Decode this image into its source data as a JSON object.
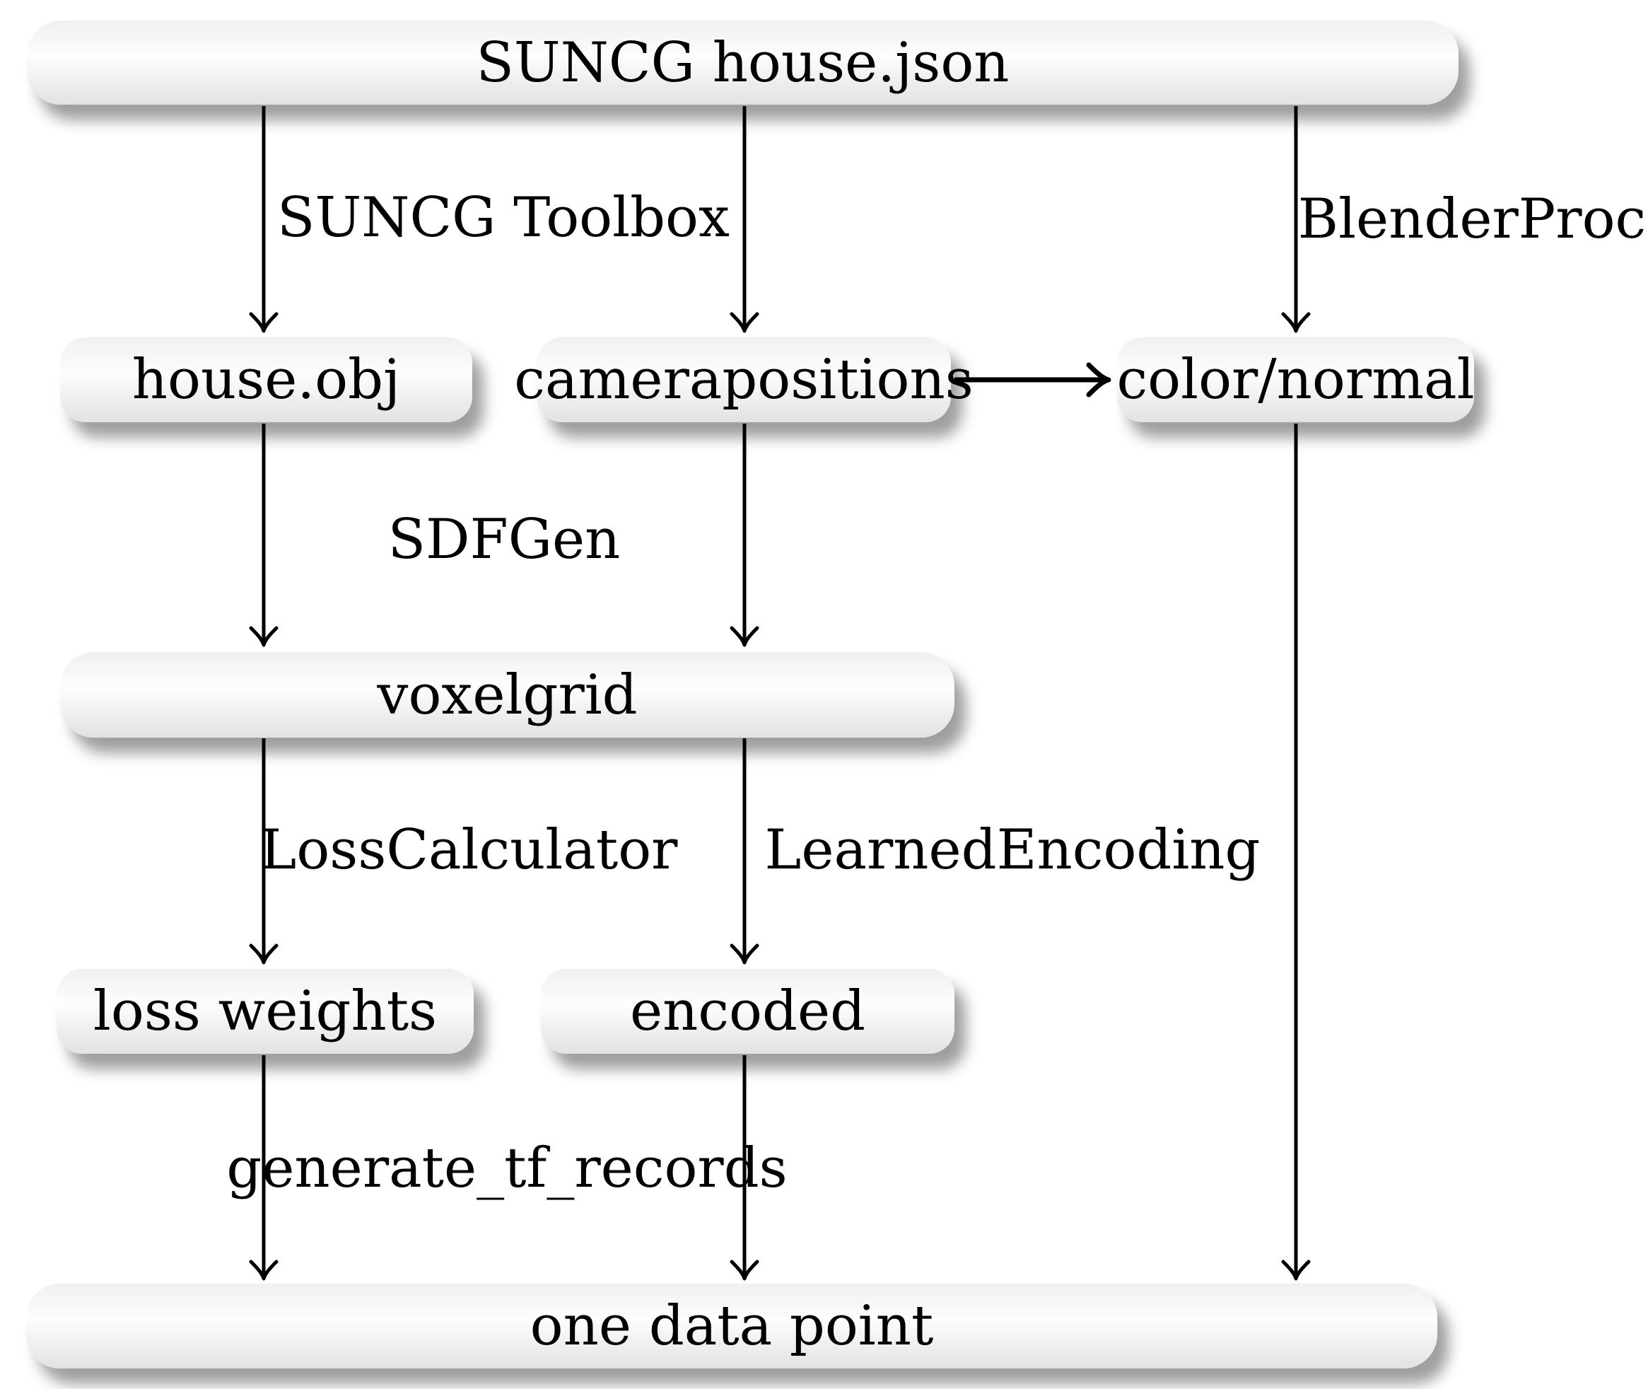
{
  "diagram": {
    "nodes": {
      "suncg_house_json": {
        "label": "SUNCG house.json"
      },
      "house_obj": {
        "label": "house.obj"
      },
      "camerapositions": {
        "label": "camerapositions"
      },
      "color_normal": {
        "label": "color/normal"
      },
      "voxelgrid": {
        "label": "voxelgrid"
      },
      "loss_weights": {
        "label": "loss weights"
      },
      "encoded": {
        "label": "encoded"
      },
      "one_data_point": {
        "label": "one data point"
      }
    },
    "edge_labels": {
      "suncg_toolbox": "SUNCG Toolbox",
      "blenderproc": "BlenderProc",
      "sdfgen": "SDFGen",
      "loss_calculator": "LossCalculator",
      "learned_encoding": "LearnedEncoding",
      "generate_tf_records": "generate_tf_records"
    },
    "edges": [
      {
        "from": "suncg_house_json",
        "to": "house_obj",
        "label": "SUNCG Toolbox"
      },
      {
        "from": "suncg_house_json",
        "to": "camerapositions",
        "label": ""
      },
      {
        "from": "suncg_house_json",
        "to": "color_normal",
        "label": "BlenderProc"
      },
      {
        "from": "camerapositions",
        "to": "color_normal",
        "label": ""
      },
      {
        "from": "house_obj",
        "to": "voxelgrid",
        "label": "SDFGen"
      },
      {
        "from": "camerapositions",
        "to": "voxelgrid",
        "label": ""
      },
      {
        "from": "voxelgrid",
        "to": "loss_weights",
        "label": "LossCalculator"
      },
      {
        "from": "voxelgrid",
        "to": "encoded",
        "label": "LearnedEncoding"
      },
      {
        "from": "loss_weights",
        "to": "one_data_point",
        "label": "generate_tf_records"
      },
      {
        "from": "encoded",
        "to": "one_data_point",
        "label": ""
      },
      {
        "from": "color_normal",
        "to": "one_data_point",
        "label": ""
      }
    ],
    "colors": {
      "background": "#ffffff",
      "node_fill_top": "#f0f0f0",
      "node_fill_bottom": "#e2e2e2",
      "text": "#000000",
      "arrow": "#000000"
    }
  }
}
